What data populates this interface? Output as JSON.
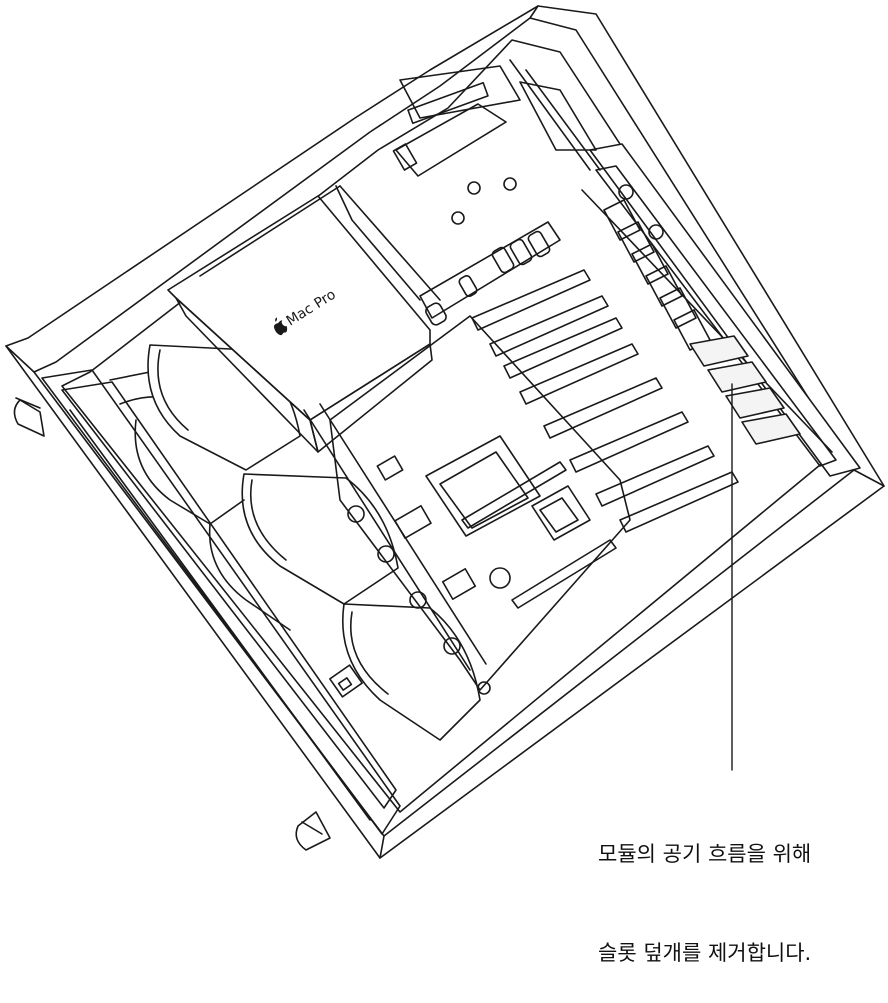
{
  "illustration": {
    "logo_text": "Mac Pro",
    "callout": {
      "line1": "모듈의 공기 흐름을 위해",
      "line2": "슬롯 덮개를 제거합니다."
    }
  }
}
